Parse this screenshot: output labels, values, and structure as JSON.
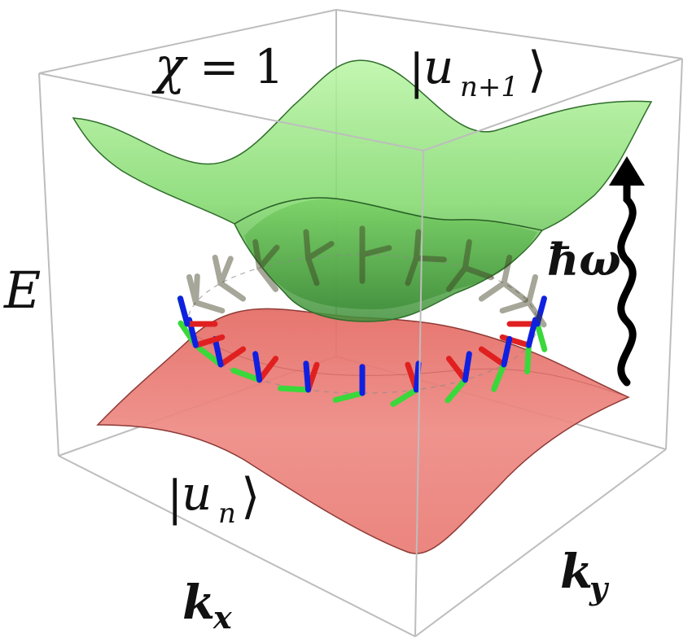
{
  "labels": {
    "chern": {
      "symbol": "χ",
      "equals": "= 1"
    },
    "upper_state": {
      "open": "|",
      "symbol": "u",
      "subscript": "n+1",
      "close": "⟩"
    },
    "lower_state": {
      "open": "|",
      "symbol": "u",
      "subscript": "n",
      "close": "⟩"
    },
    "energy_axis": "E",
    "kx_axis": {
      "symbol": "k",
      "subscript": "x"
    },
    "ky_axis": {
      "symbol": "k",
      "subscript": "y"
    },
    "photon": "ħω"
  },
  "colors": {
    "upper_band": "#8fe37a",
    "upper_band_dark": "#3f8f3a",
    "lower_band": "#e8706a",
    "lower_band_dark": "#b03a36",
    "frame": "#b8b8b8",
    "triad_x": "#e02020",
    "triad_y": "#3ad83a",
    "triad_z": "#1020e0",
    "arrow": "#000000"
  },
  "triad_count": 20
}
